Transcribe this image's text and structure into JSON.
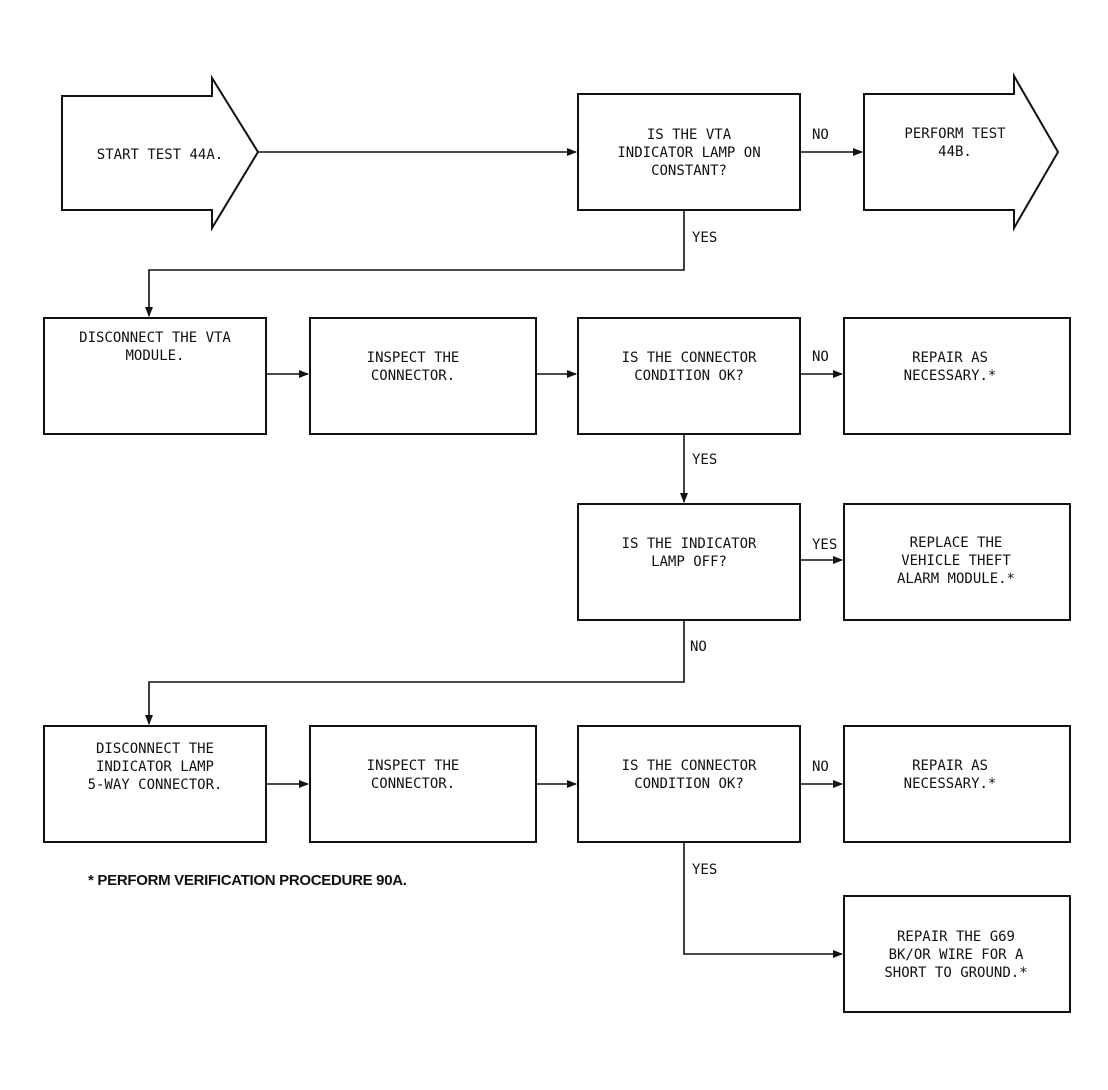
{
  "nodes": {
    "start": {
      "lines": [
        "START TEST 44A."
      ]
    },
    "q_vta_lamp": {
      "lines": [
        "IS THE VTA",
        "INDICATOR LAMP ON",
        "CONSTANT?"
      ]
    },
    "perform_44b": {
      "lines": [
        "PERFORM TEST",
        "44B."
      ]
    },
    "disconnect_vta": {
      "lines": [
        "DISCONNECT THE VTA",
        "MODULE."
      ]
    },
    "inspect_1": {
      "lines": [
        "INSPECT THE",
        "CONNECTOR."
      ]
    },
    "q_conn_1": {
      "lines": [
        "IS THE CONNECTOR",
        "CONDITION OK?"
      ]
    },
    "repair_1": {
      "lines": [
        "REPAIR AS",
        "NECESSARY.*"
      ]
    },
    "q_lamp_off": {
      "lines": [
        "IS THE INDICATOR",
        "LAMP OFF?"
      ]
    },
    "replace_module": {
      "lines": [
        "REPLACE THE",
        "VEHICLE THEFT",
        "ALARM MODULE.*"
      ]
    },
    "disconnect_lamp": {
      "lines": [
        "DISCONNECT THE",
        "INDICATOR LAMP",
        "5-WAY CONNECTOR."
      ]
    },
    "inspect_2": {
      "lines": [
        "INSPECT THE",
        "CONNECTOR."
      ]
    },
    "q_conn_2": {
      "lines": [
        "IS THE CONNECTOR",
        "CONDITION OK?"
      ]
    },
    "repair_2": {
      "lines": [
        "REPAIR AS",
        "NECESSARY.*"
      ]
    },
    "repair_g69": {
      "lines": [
        "REPAIR THE G69",
        "BK/OR WIRE FOR A",
        "SHORT TO GROUND.*"
      ]
    }
  },
  "edge_labels": {
    "q_vta_no": "NO",
    "q_vta_yes": "YES",
    "conn1_no": "NO",
    "conn1_yes": "YES",
    "lamp_off_yes": "YES",
    "lamp_off_no": "NO",
    "conn2_no": "NO",
    "conn2_yes": "YES"
  },
  "footnote": "* PERFORM VERIFICATION PROCEDURE 90A."
}
